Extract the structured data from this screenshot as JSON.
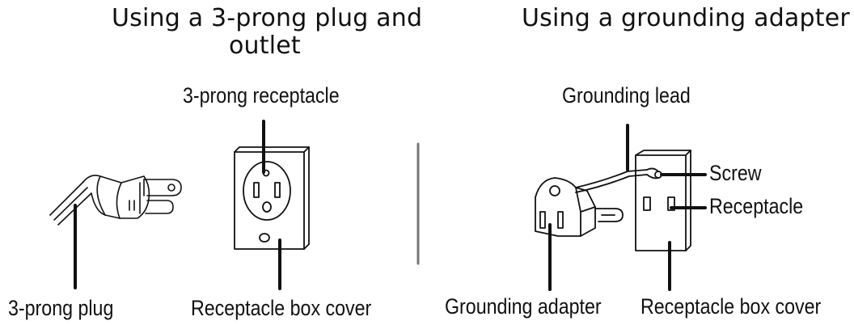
{
  "left": {
    "title_line1": "Using a 3-prong plug and",
    "title_line2": "outlet",
    "labels": {
      "receptacle": "3-prong receptacle",
      "plug": "3-prong plug",
      "box_cover": "Receptacle box cover"
    }
  },
  "right": {
    "title": "Using a grounding adapter",
    "labels": {
      "grounding_lead": "Grounding lead",
      "screw": "Screw",
      "receptacle": "Receptacle",
      "adapter": "Grounding adapter",
      "box_cover": "Receptacle box cover"
    }
  },
  "colors": {
    "ink": "#111111",
    "divider": "#777777",
    "background": "#ffffff"
  }
}
